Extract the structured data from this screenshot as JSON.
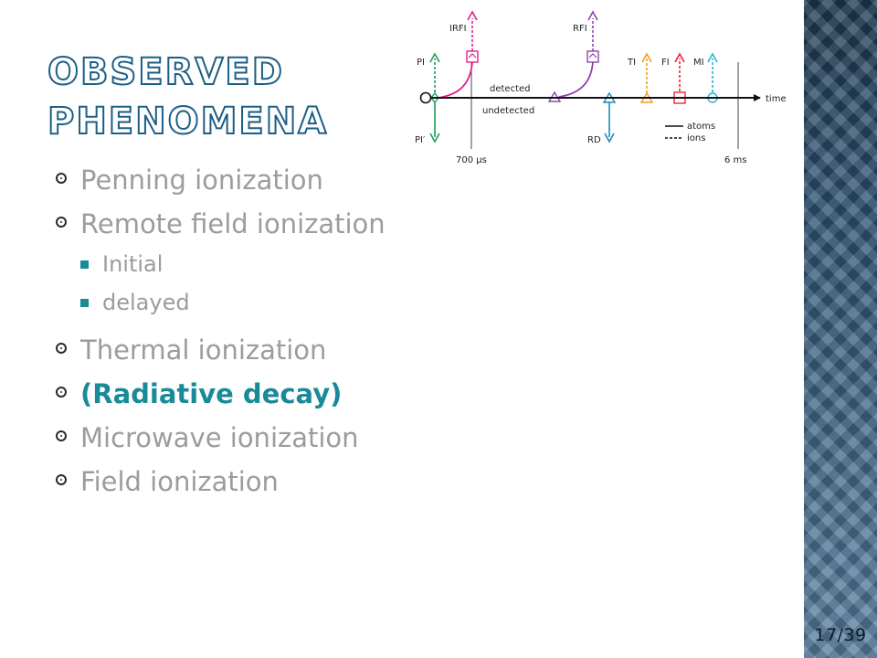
{
  "slide": {
    "title_line1": "OBSERVED",
    "title_line2": "PHENOMENA",
    "page_number": "17/39"
  },
  "bullets": [
    {
      "text": "Penning ionization",
      "level": 1
    },
    {
      "text": "Remote field ionization",
      "level": 1
    },
    {
      "text": "Initial",
      "level": 2
    },
    {
      "text": "delayed",
      "level": 2
    },
    {
      "text": "Thermal ionization",
      "level": 1
    },
    {
      "text": "(Radiative decay)",
      "level": 1,
      "highlighted": true
    },
    {
      "text": "Microwave ionization",
      "level": 1
    },
    {
      "text": "Field ionization",
      "level": 1
    }
  ],
  "diagram": {
    "axis_label": "time",
    "region_above": "detected",
    "region_below": "undetected",
    "tick_700": "700 μs",
    "tick_6ms": "6 ms",
    "labels": {
      "pi": "PI",
      "pi_prime": "PI′",
      "irfi": "IRFI",
      "rfi": "RFI",
      "rd": "RD",
      "ti": "TI",
      "fi": "FI",
      "mi": "MI"
    },
    "legend": {
      "atoms": "atoms",
      "ions": "ions"
    },
    "colors": {
      "pi": "#1f9d5c",
      "irfi": "#e0218a",
      "rfi": "#8e44ad",
      "rd": "#1b8ab5",
      "ti": "#f0a020",
      "fi": "#e8233a",
      "mi": "#2bb3d6",
      "title_stroke": "#1c5e86",
      "highlight": "#1a8a99"
    }
  }
}
